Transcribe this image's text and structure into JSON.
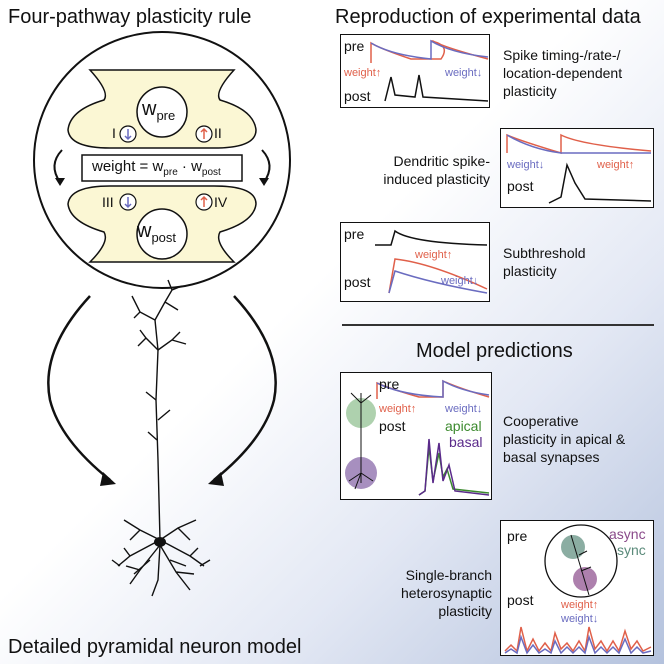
{
  "titles": {
    "left": "Four-pathway plasticity rule",
    "right_top": "Reproduction of experimental data",
    "right_mid": "Model predictions",
    "bottom": "Detailed pyramidal neuron model"
  },
  "rule": {
    "w_pre": "w",
    "w_pre_sub": "pre",
    "w_post": "w",
    "w_post_sub": "post",
    "pathways": [
      "I",
      "II",
      "III",
      "IV"
    ],
    "eq_left": "weight = w",
    "eq_mid": " · w",
    "eq_sub_pre": "pre",
    "eq_sub_post": "post"
  },
  "panels": {
    "p1": {
      "pre": "pre",
      "post": "post",
      "w_up": "weight↑",
      "w_down": "weight↓",
      "caption": [
        "Spike timing-/rate-/",
        "location-dependent",
        "plasticity"
      ]
    },
    "p2": {
      "post": "post",
      "w_up": "weight↑",
      "w_down": "weight↓",
      "caption": [
        "Dendritic spike-",
        "induced plasticity"
      ]
    },
    "p3": {
      "pre": "pre",
      "post": "post",
      "w_up": "weight↑",
      "w_down": "weight↓",
      "caption": [
        "Subthreshold",
        "plasticity"
      ]
    },
    "p4": {
      "pre": "pre",
      "post": "post",
      "w_up": "weight↑",
      "w_down": "weight↓",
      "apical": "apical",
      "basal": "basal",
      "caption": [
        "Cooperative",
        "plasticity in apical &",
        "basal synapses"
      ]
    },
    "p5": {
      "pre": "pre",
      "post": "post",
      "async": "async",
      "sync": "sync",
      "w_up": "weight↑",
      "w_down": "weight↓",
      "caption": [
        "Single-branch",
        "heterosynaptic",
        "plasticity"
      ]
    }
  },
  "colors": {
    "red": "#e0604a",
    "blue": "#6a6cc0",
    "green": "#3c8a2e",
    "purple": "#5a2a8a",
    "synapse": "#fbf7d4",
    "async": "#8a4a8a",
    "sync": "#5a8a7a"
  }
}
